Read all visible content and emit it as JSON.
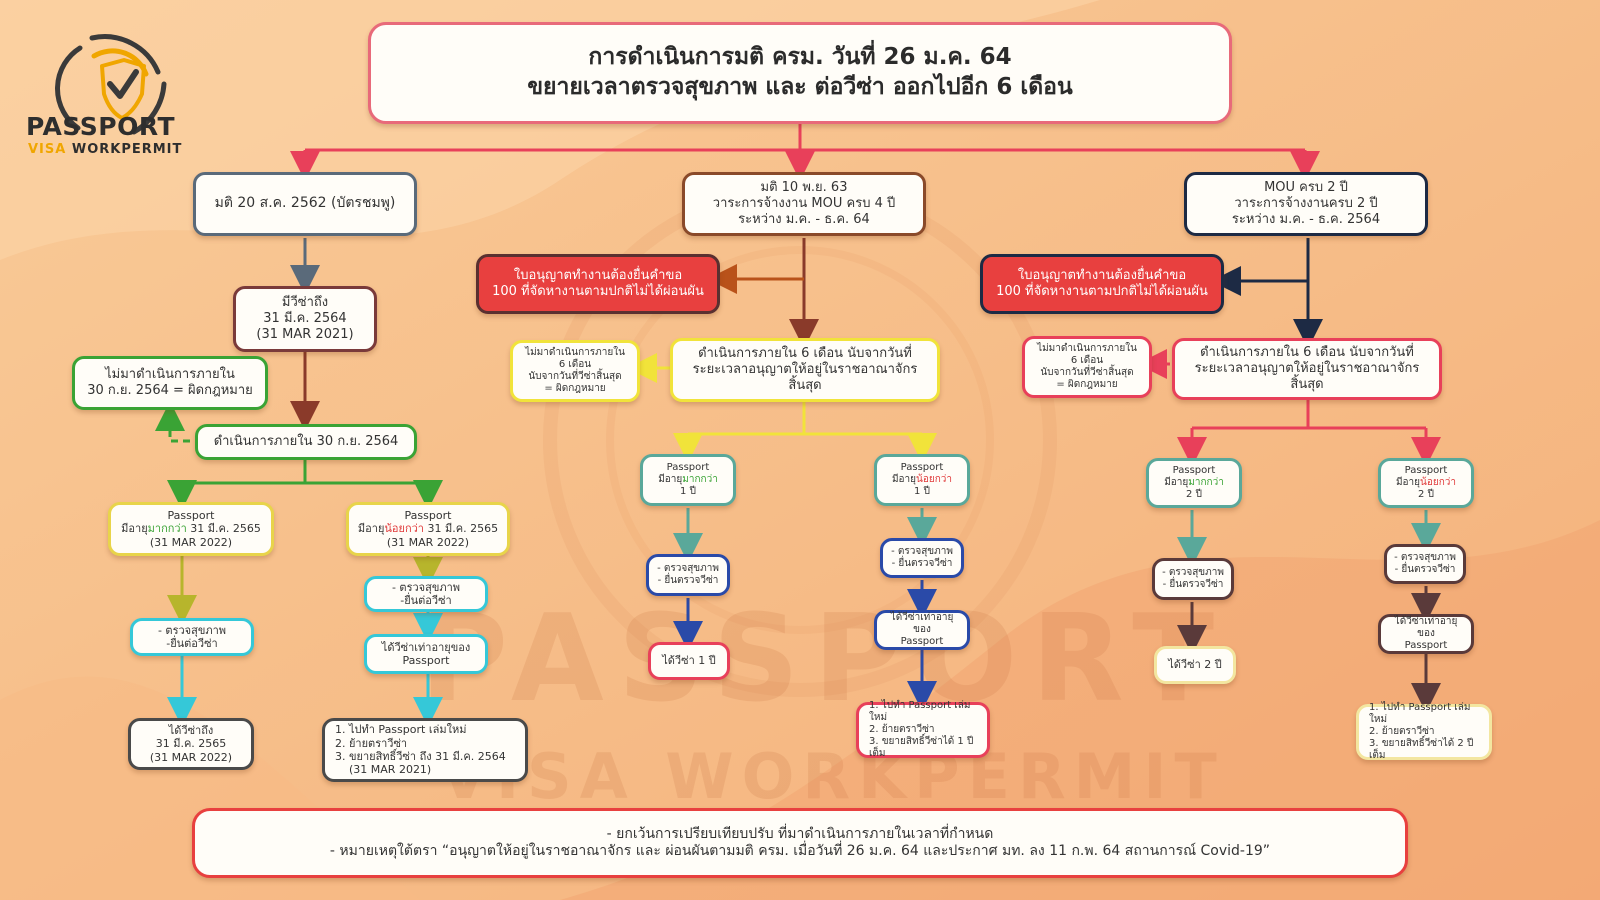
{
  "logo": {
    "main": "PASSPORT",
    "sub_visa": "VISA",
    "sub_rest": " WORKPERMIT"
  },
  "watermark": {
    "main": "PASSPORT",
    "sub": "VISA WORKPERMIT"
  },
  "header": {
    "line1": "การดำเนินการมติ ครม. วันที่ 26 ม.ค. 64",
    "line2": "ขยายเวลาตรวจสุขภาพ และ ต่อวีซ่า ออกไปอีก 6 เดือน"
  },
  "left": {
    "top": "มติ 20 ส.ค. 2562 (บัตรชมพู)",
    "visa_until": [
      "มีวีซ่าถึง",
      "31 มี.ค. 2564",
      "(31 MAR 2021)"
    ],
    "illegal": [
      "ไม่มาดำเนินการภายใน",
      "30 ก.ย. 2564 = ผิดกฎหมาย"
    ],
    "within": "ดำเนินการภายใน 30 ก.ย. 2564",
    "pp_more": {
      "l1": "Passport",
      "pre": "มีอายุ",
      "hl": "มากกว่า",
      "post": " 31 มี.ค. 2565",
      "l3": "(31 MAR 2022)"
    },
    "pp_less": {
      "l1": "Passport",
      "pre": "มีอายุ",
      "hl": "น้อยกว่า",
      "post": " 31 มี.ค. 2565",
      "l3": "(31 MAR 2022)"
    },
    "check_a": [
      "- ตรวจสุขภาพ",
      "-ยื่นต่อวีซ่า"
    ],
    "check_b": [
      "- ตรวจสุขภาพ",
      "-ยื่นต่อวีซ่า"
    ],
    "result_a": [
      "ได้วีซ่าถึง",
      "31 มี.ค. 2565",
      "(31 MAR 2022)"
    ],
    "result_b": [
      "ได้วีซ่าเท่าอายุของ",
      "Passport"
    ],
    "steps": [
      "1. ไปทำ Passport เล่มใหม่",
      "2. ย้ายตราวีซ่า",
      "3. ขยายสิทธิ์วีซ่า ถึง 31 มี.ค. 2564",
      "(31 MAR 2021)"
    ]
  },
  "middle": {
    "top": [
      "มติ 10 พ.ย. 63",
      "วาระการจ้างงาน MOU ครบ 4 ปี",
      "ระหว่าง ม.ค. - ธ.ค. 64"
    ],
    "permit": [
      "ใบอนุญาตทำงานต้องยื่นคำขอ",
      "100 ที่จัดหางานตามปกติไม่ได้ผ่อนผัน"
    ],
    "within6": [
      "ดำเนินการภายใน 6 เดือน นับจากวันที่",
      "ระยะเวลาอนุญาตให้อยู่ในราชอาณาจักร",
      "สิ้นสุด"
    ],
    "illegal": [
      "ไม่มาดำเนินการภายใน",
      "6 เดือน",
      "นับจากวันที่วีซ่าสิ้นสุด",
      "= ผิดกฎหมาย"
    ],
    "pp_more": {
      "l1": "Passport",
      "pre": "มีอายุ",
      "hl": "มากกว่า",
      "l3": "1 ปี"
    },
    "pp_less": {
      "l1": "Passport",
      "pre": "มีอายุ",
      "hl": "น้อยกว่า",
      "l3": "1 ปี"
    },
    "check_a": [
      "- ตรวจสุขภาพ",
      "- ยื่นตรวจวีซ่า"
    ],
    "check_b": [
      "- ตรวจสุขภาพ",
      "- ยื่นตรวจวีซ่า"
    ],
    "result_a": "ได้วีซ่า 1 ปี",
    "result_b": [
      "ได้วีซ่าเท่าอายุของ",
      "Passport"
    ],
    "steps": [
      "1. ไปทำ Passport เล่มใหม่",
      "2. ย้ายตราวีซ่า",
      "3. ขยายสิทธิ์วีซ่าได้ 1 ปีเต็ม"
    ]
  },
  "right": {
    "top": [
      "MOU ครบ 2 ปี",
      "วาระการจ้างงานครบ 2 ปี",
      "ระหว่าง ม.ค. - ธ.ค. 2564"
    ],
    "permit": [
      "ใบอนุญาตทำงานต้องยื่นคำขอ",
      "100 ที่จัดหางานตามปกติไม่ได้ผ่อนผัน"
    ],
    "within6": [
      "ดำเนินการภายใน 6 เดือน นับจากวันที่",
      "ระยะเวลาอนุญาตให้อยู่ในราชอาณาจักร",
      "สิ้นสุด"
    ],
    "illegal": [
      "ไม่มาดำเนินการภายใน",
      "6 เดือน",
      "นับจากวันที่วีซ่าสิ้นสุด",
      "= ผิดกฎหมาย"
    ],
    "pp_more": {
      "l1": "Passport",
      "pre": "มีอายุ",
      "hl": "มากกว่า",
      "l3": "2 ปี"
    },
    "pp_less": {
      "l1": "Passport",
      "pre": "มีอายุ",
      "hl": "น้อยกว่า",
      "l3": "2 ปี"
    },
    "check_a": [
      "- ตรวจสุขภาพ",
      "- ยื่นตรวจวีซ่า"
    ],
    "check_b": [
      "- ตรวจสุขภาพ",
      "- ยื่นตรวจวีซ่า"
    ],
    "result_a": "ได้วีซ่า 2 ปี",
    "result_b": [
      "ได้วีซ่าเท่าอายุของ",
      "Passport"
    ],
    "steps": [
      "1. ไปทำ Passport เล่มใหม่",
      "2. ย้ายตราวีซ่า",
      "3. ขยายสิทธิ์วีซ่าได้ 2 ปีเต็ม"
    ]
  },
  "footer": {
    "line1": "- ยกเว้นการเปรียบเทียบปรับ ที่มาดำเนินการภายในเวลาที่กำหนด",
    "line2": "- หมายเหตุใต้ตรา “อนุญาตให้อยู่ในราชอาณาจักร และ ผ่อนผันตามมติ ครม. เมื่อวันที่ 26 ม.ค. 64 และประกาศ มท. ลง 11 ก.พ. 64 สถานการณ์ Covid-19”"
  },
  "colors": {
    "red": "#e8403f",
    "pink": "#e86a7a",
    "slate": "#5a6a7a",
    "brown": "#8a4a2a",
    "green": "#3aa335",
    "olive": "#b7b52c",
    "cyan": "#35c8d8",
    "teal": "#5aa89a",
    "blue": "#2a4aa8",
    "yellow": "#f1e33a",
    "navy": "#1d2a44"
  }
}
